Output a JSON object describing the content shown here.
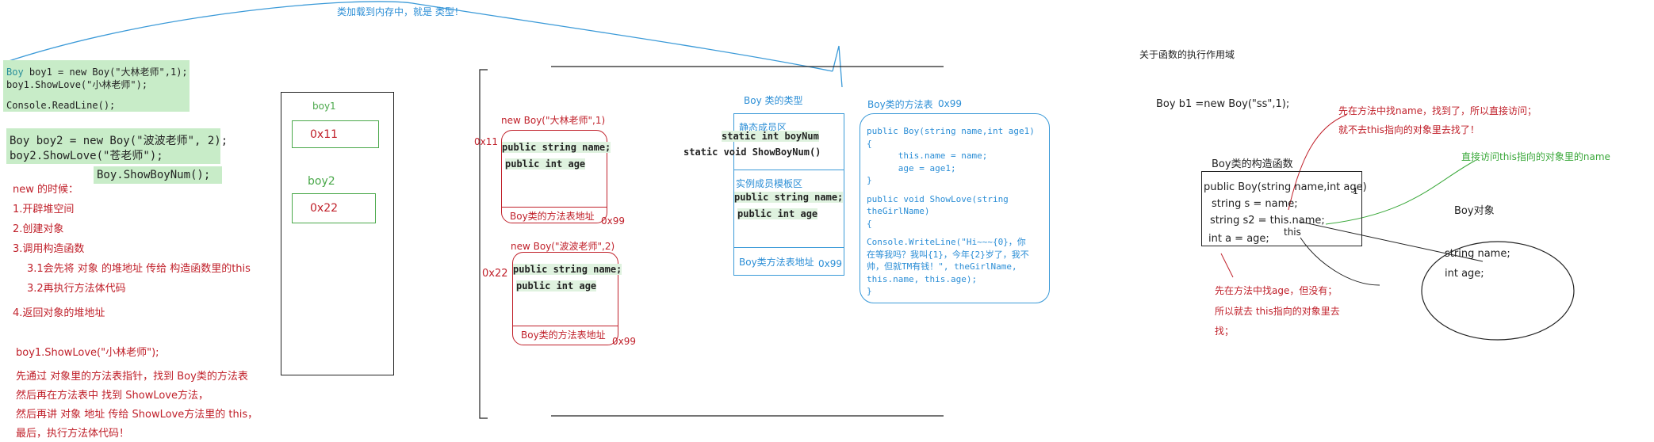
{
  "top_arrow_note": "类加载到内存中，就是 类型！",
  "code_block1": {
    "line1": "boy1 = new Boy(\"大林老师\",1);",
    "line1_type": "Boy",
    "line2": "boy1.ShowLove(\"小林老师\");",
    "line3": "Console.ReadLine();"
  },
  "code_block2": {
    "line1": "Boy boy2 = new Boy(\"波波老师\", 2);",
    "line2": "boy2.ShowLove(\"苍老师\");",
    "line3": "Boy.ShowBoyNum();"
  },
  "new_steps": {
    "title": "new 的时候：",
    "s1": "1.开辟堆空间",
    "s2": "2.创建对象",
    "s3": "3.调用构造函数",
    "s31": "3.1会先将 对象 的堆地址 传给 构造函数里的this",
    "s32": "3.2再执行方法体代码",
    "s4": "4.返回对象的堆地址"
  },
  "showlove_notes": {
    "call": "boy1.ShowLove(\"小林老师\");",
    "n1": "先通过 对象里的方法表指针，找到 Boy类的方法表",
    "n2": "然后再在方法表中 找到 ShowLove方法，",
    "n3": "然后再讲 对象 地址 传给 ShowLove方法里的 this，",
    "n4": "最后，执行方法体代码！"
  },
  "stack": {
    "boy1_label": "boy1",
    "boy1_value": "0x11",
    "boy2_label": "boy2",
    "boy2_value": "0x22"
  },
  "heap": {
    "obj1_title": "new Boy(\"大林老师\",1)",
    "obj1_addr": "0x11",
    "obj1_f1": "public string name;",
    "obj1_f2": "public int age",
    "obj1_mt": "Boy类的方法表地址",
    "obj1_mt_addr": "0x99",
    "obj2_title": "new Boy(\"波波老师\",2)",
    "obj2_addr": "0x22",
    "obj2_f1": "public string name;",
    "obj2_f2": "public int age",
    "obj2_mt": "Boy类的方法表地址",
    "obj2_mt_addr": "0x99"
  },
  "type_area": {
    "title": "Boy 类的类型",
    "static_label": "静态成员区",
    "static1": "static int boyNum",
    "static2": "static void ShowBoyNum()",
    "instance_label": "实例成员模板区",
    "inst1": "public string name;",
    "inst2": "public int age",
    "mt_label": "Boy类方法表地址",
    "mt_addr": "0x99"
  },
  "method_table": {
    "title": "Boy类的方法表",
    "addr": "0x99",
    "lines": [
      "public Boy(string name,int age1)",
      "{",
      "      this.name = name;",
      "      age = age1;",
      "}",
      "public void ShowLove(string",
      "theGirlName)",
      "{",
      "Console.WriteLine(\"Hi~~~{0}，你",
      "在等我吗？我叫{1}，今年{2}岁了，我不",
      "帅，但就TM有钱！\", theGirlName,",
      "this.name, this.age);",
      "}"
    ]
  },
  "scope": {
    "title": "关于函数的执行作用域",
    "decl": "Boy b1 =new Boy(\"ss\",1);",
    "note1a": "先在方法中找name，找到了，所以直接访问；",
    "note1b": "就不去this指向的对象里去找了！",
    "note2": "直接访问this指向的对象里的name",
    "ctor_label": "Boy类的构造函数",
    "ctor1": "public Boy(string name,int age)",
    "ctor_num": "1",
    "ctor2": "string s = name;",
    "ctor3": "string s2 = this.name;",
    "ctor_this": "this",
    "ctor4": "int a = age;",
    "obj_label": "Boy对象",
    "obj_f1": "string name;",
    "obj_f2": "int age;",
    "note3a": "先在方法中找age，但没有；",
    "note3b": "所以就去 this指向的对象里去",
    "note3c": "找；"
  }
}
